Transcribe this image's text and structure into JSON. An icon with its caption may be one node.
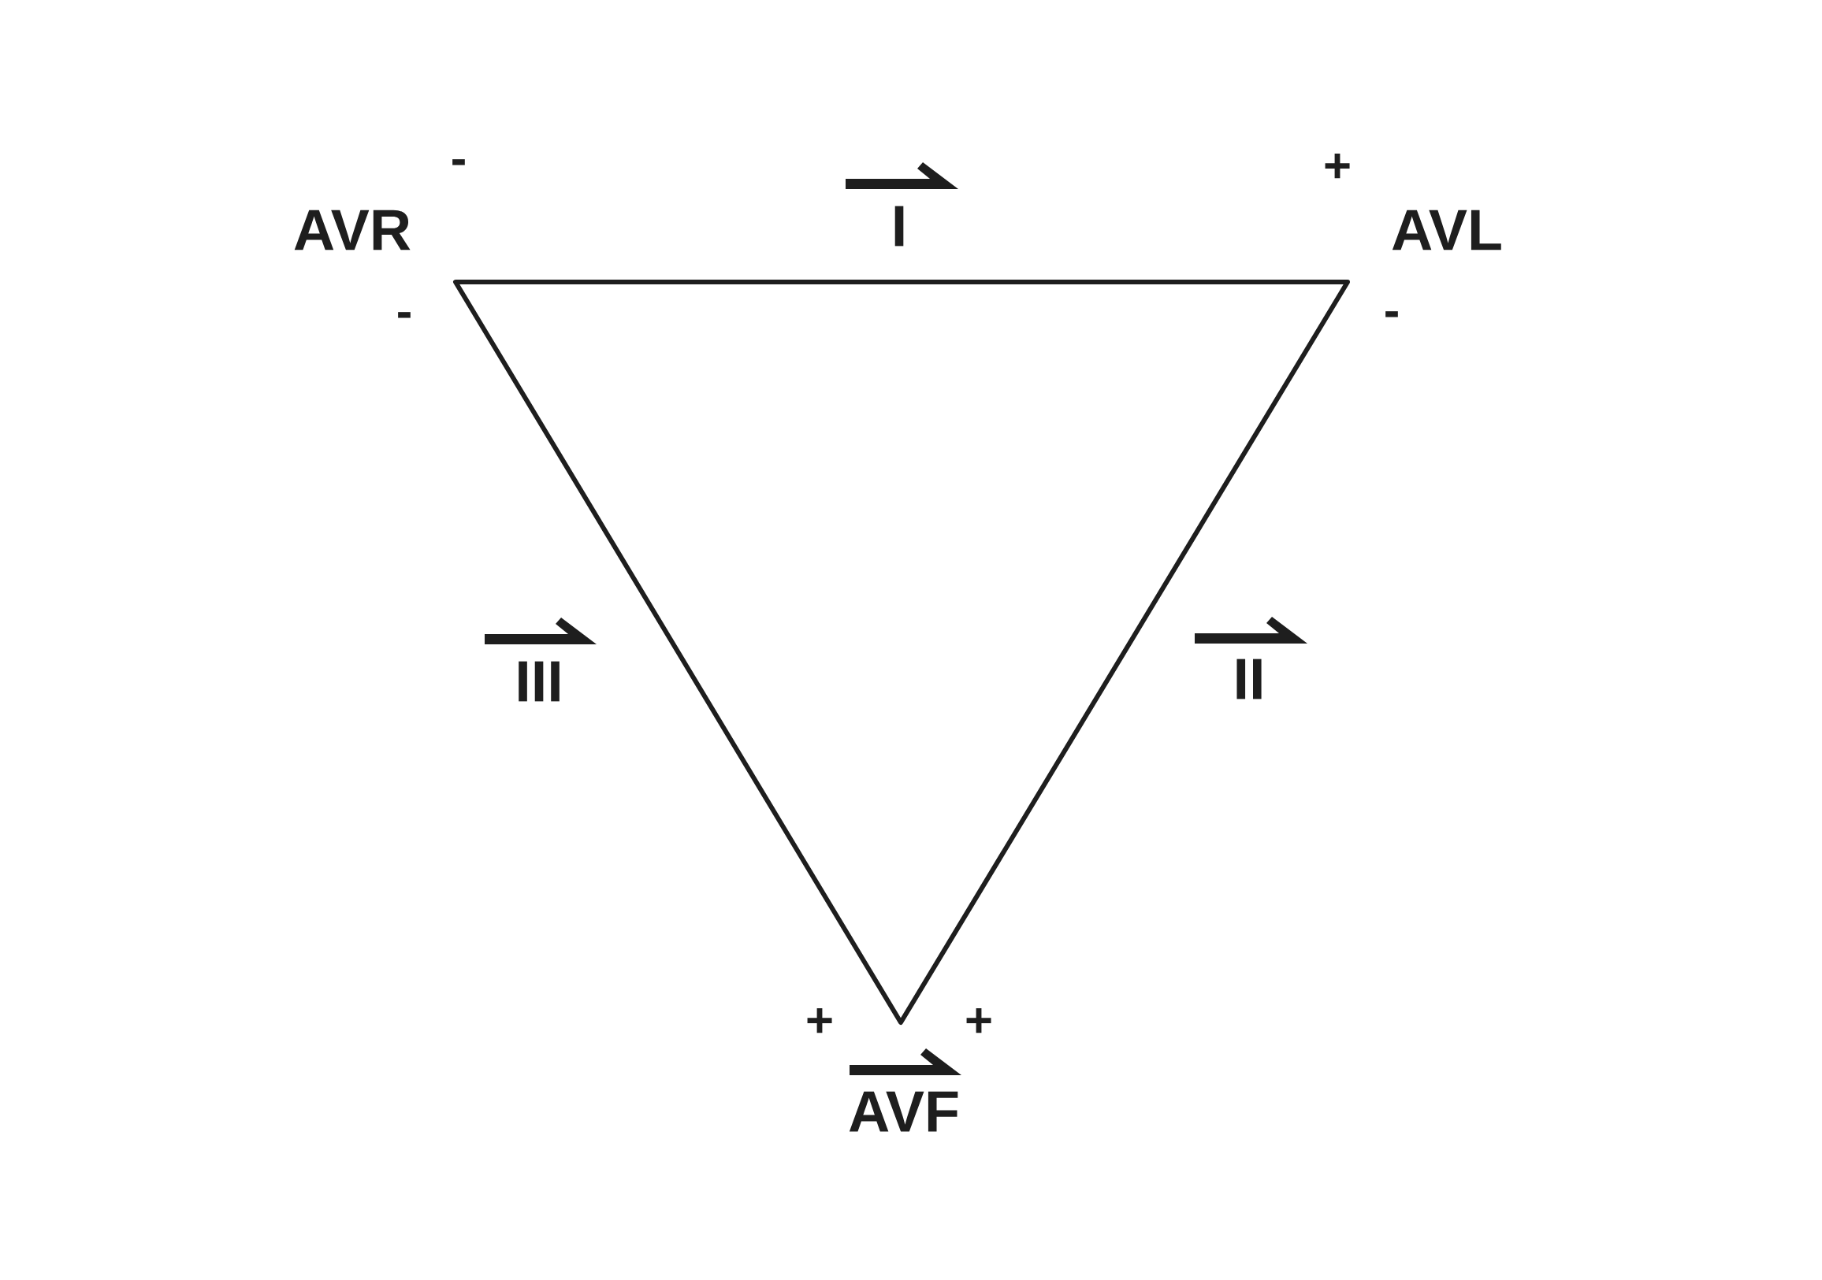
{
  "diagram": {
    "labels": [
      "-",
      "+",
      "AVR",
      "I",
      "AVL",
      "-",
      "-",
      "III",
      "II",
      "+",
      "+",
      "AVF"
    ]
  }
}
